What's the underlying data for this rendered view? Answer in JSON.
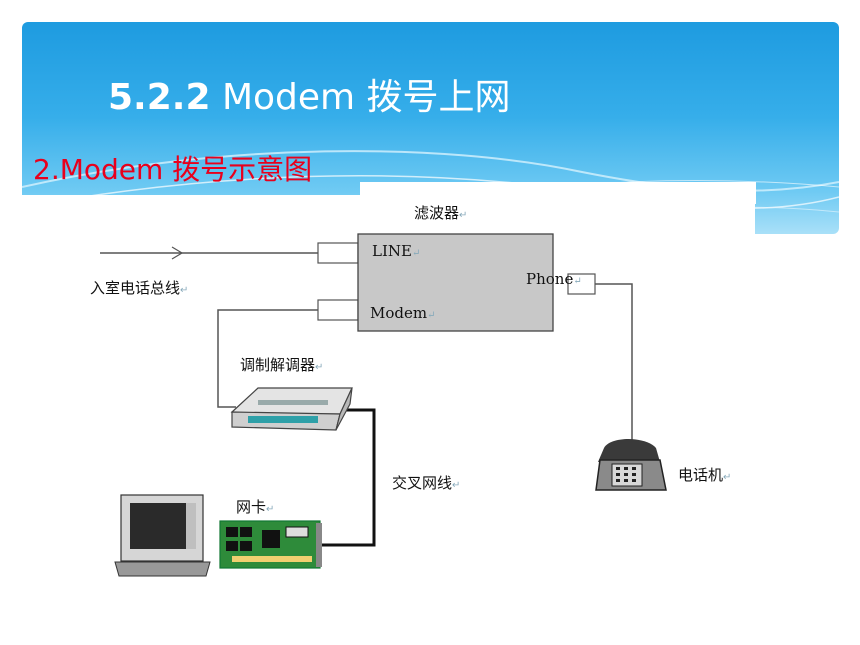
{
  "slide": {
    "title_number": "5.2.2",
    "title_text": "Modem 拨号上网",
    "subtitle": "2.Modem 拨号示意图"
  },
  "diagram": {
    "filter_label": "滤波器",
    "filter_port_line": "LINE",
    "filter_port_phone": "Phone",
    "filter_port_modem": "Modem",
    "incoming_line_label": "入室电话总线",
    "modem_label": "调制解调器",
    "crossover_label": "交叉网线",
    "nic_label": "网卡",
    "phone_label": "电话机"
  },
  "colors": {
    "banner_top": "#1e9be0",
    "banner_bottom": "#a9e0f8",
    "title_color": "#ffffff",
    "subtitle_color": "#e8001c",
    "filter_box": "#c8c8c8",
    "nic_board": "#2e8b3a"
  }
}
